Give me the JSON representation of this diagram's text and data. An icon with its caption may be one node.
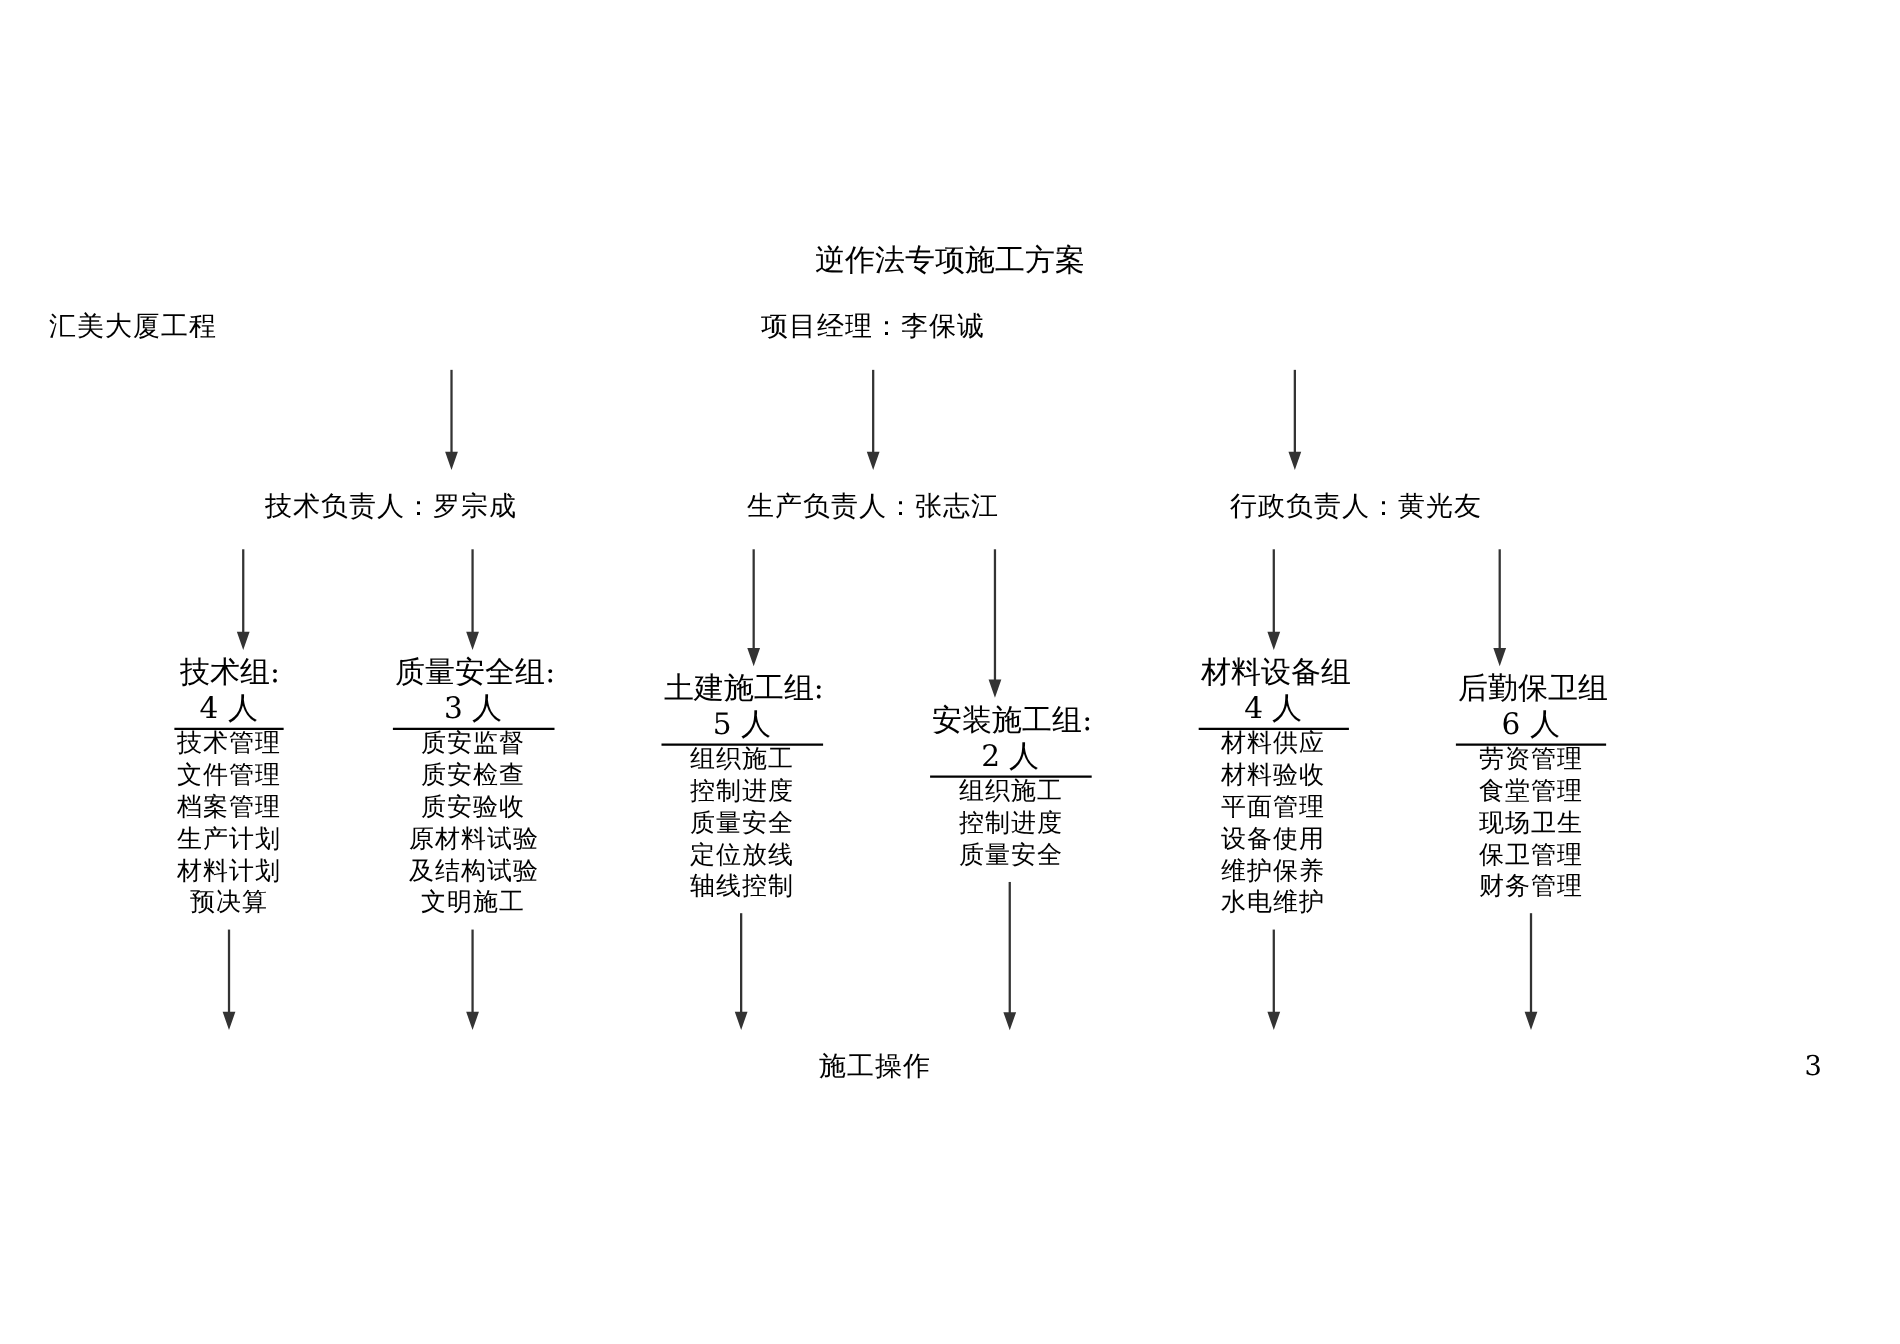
{
  "diagram": {
    "title": "逆作法专项施工方案",
    "nodes": [
      {
        "text": [
          "项目经理：李保诚"
        ]
      },
      {
        "text": [
          "技术负责人：罗宗成"
        ]
      },
      {
        "text": [
          "生产负责人：张志江"
        ]
      },
      {
        "text": [
          "行政负责人：黄光友"
        ]
      },
      {
        "text": [
          "技术组:",
          "4 人",
          "技术管理",
          "文件管理",
          "档案管理",
          "生产计划",
          "材料计划",
          "预决算"
        ]
      },
      {
        "text": [
          "质量安全组:",
          "3 人",
          "质安监督",
          "质安检查",
          "质安验收",
          "原材料试验",
          "及结构试验",
          "文明施工"
        ]
      },
      {
        "text": [
          "土建施工组:",
          "5 人",
          "组织施工",
          "控制进度",
          "质量安全",
          "定位放线",
          "轴线控制"
        ]
      },
      {
        "text": [
          "安装施工组:",
          "2 人",
          "组织施工",
          "控制进度",
          "质量安全"
        ]
      },
      {
        "text": [
          "材料设备组",
          "4 人",
          "材料供应",
          "材料验收",
          "平面管理",
          "设备使用",
          "维护保养",
          "水电维护"
        ]
      },
      {
        "text": [
          "后勤保卫组",
          "6 人",
          "劳资管理",
          "食堂管理",
          "现场卫生",
          "保卫管理",
          "财务管理"
        ]
      },
      {
        "text": [
          "施工操作"
        ]
      }
    ],
    "edges": [
      {
        "from": 0,
        "to": 1,
        "arrow": "to"
      },
      {
        "from": 0,
        "to": 2,
        "arrow": "to"
      },
      {
        "from": 0,
        "to": 3,
        "arrow": "to"
      },
      {
        "from": 1,
        "to": 4,
        "arrow": "to"
      },
      {
        "from": 1,
        "to": 5,
        "arrow": "to"
      },
      {
        "from": 2,
        "to": 6,
        "arrow": "to"
      },
      {
        "from": 2,
        "to": 7,
        "arrow": "to"
      },
      {
        "from": 3,
        "to": 8,
        "arrow": "to"
      },
      {
        "from": 3,
        "to": 9,
        "arrow": "to"
      },
      {
        "from": 4,
        "to": 10,
        "arrow": "to"
      },
      {
        "from": 5,
        "to": 10,
        "arrow": "to"
      },
      {
        "from": 6,
        "to": 10,
        "arrow": "to"
      },
      {
        "from": 7,
        "to": 10,
        "arrow": "to"
      },
      {
        "from": 8,
        "to": 10,
        "arrow": "to"
      },
      {
        "from": 9,
        "to": 10,
        "arrow": "to"
      }
    ],
    "labels": [
      "汇美大厦工程",
      "3"
    ]
  }
}
